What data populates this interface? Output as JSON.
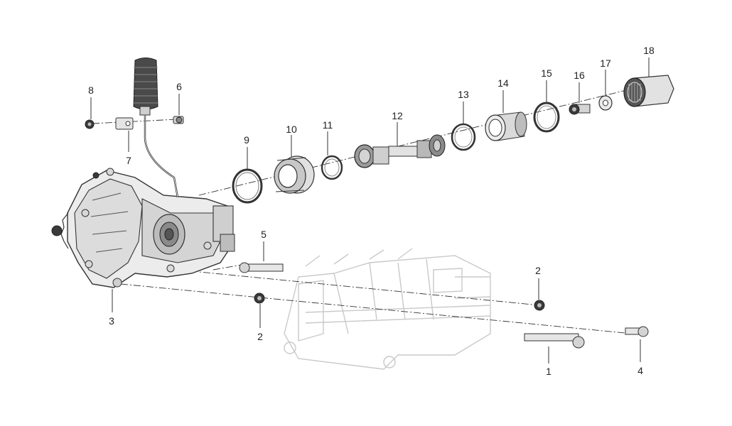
{
  "callouts": [
    {
      "id": "1",
      "label": "1"
    },
    {
      "id": "2a",
      "label": "2"
    },
    {
      "id": "2b",
      "label": "2"
    },
    {
      "id": "3",
      "label": "3"
    },
    {
      "id": "4",
      "label": "4"
    },
    {
      "id": "5",
      "label": "5"
    },
    {
      "id": "6",
      "label": "6"
    },
    {
      "id": "7",
      "label": "7"
    },
    {
      "id": "8",
      "label": "8"
    },
    {
      "id": "9",
      "label": "9"
    },
    {
      "id": "10",
      "label": "10"
    },
    {
      "id": "11",
      "label": "11"
    },
    {
      "id": "12",
      "label": "12"
    },
    {
      "id": "13",
      "label": "13"
    },
    {
      "id": "14",
      "label": "14"
    },
    {
      "id": "15",
      "label": "15"
    },
    {
      "id": "16",
      "label": "16"
    },
    {
      "id": "17",
      "label": "17"
    },
    {
      "id": "18",
      "label": "18"
    }
  ]
}
